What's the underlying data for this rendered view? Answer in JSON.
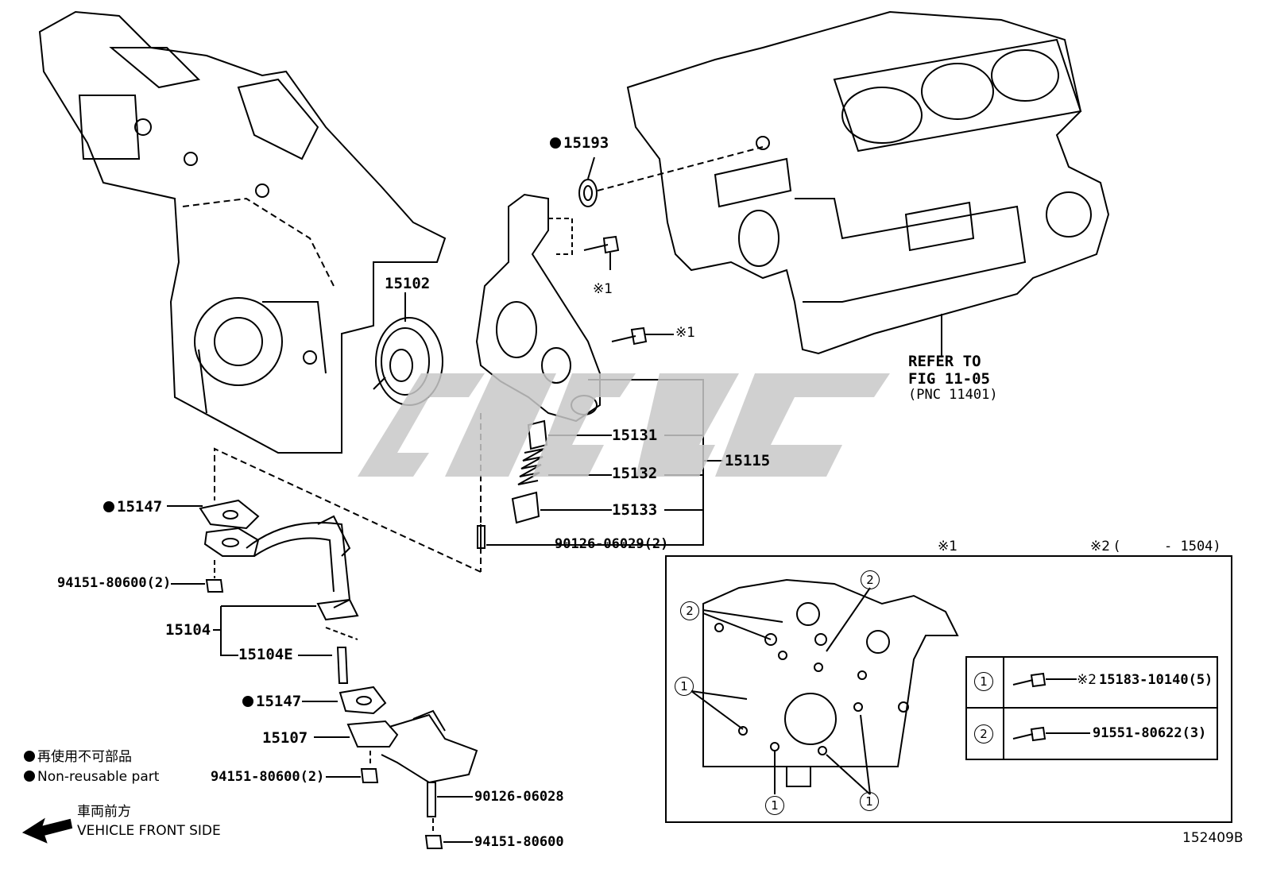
{
  "callouts": {
    "p15193": "15193",
    "p15102": "15102",
    "mark1a": "※1",
    "mark1b": "※1",
    "refer_line1": "REFER TO",
    "refer_line2": "FIG 11-05",
    "refer_line3": "(PNC 11401)",
    "p15131": "15131",
    "p15132": "15132",
    "p15133": "15133",
    "p15115": "15115",
    "p90126_06029": "90126-06029(2)",
    "p15147a": "15147",
    "p94151_80600a": "94151-80600(2)",
    "p15104": "15104",
    "p15104E": "15104E",
    "p15147b": "15147",
    "p15107": "15107",
    "p94151_80600b": "94151-80600(2)",
    "p90126_06028": "90126-06028",
    "p94151_80600c": "94151-80600"
  },
  "inset": {
    "header_mark1": "※1",
    "header_mark2": "※2 (",
    "header_range": "- 1504)",
    "circle_1": "1",
    "circle_2": "2",
    "table": [
      {
        "num": "1",
        "mark": "※2",
        "part": "15183-10140(5)"
      },
      {
        "num": "2",
        "mark": "",
        "part": "91551-80622(3)"
      }
    ]
  },
  "legend": {
    "jp_nonreuse": "再使用不可部品",
    "en_nonreuse": "Non-reusable part",
    "jp_front": "車両前方",
    "en_front": "VEHICLE FRONT SIDE"
  },
  "figure_id": "152409B",
  "colors": {
    "line": "#000000",
    "watermark": "#c8c8c8"
  }
}
